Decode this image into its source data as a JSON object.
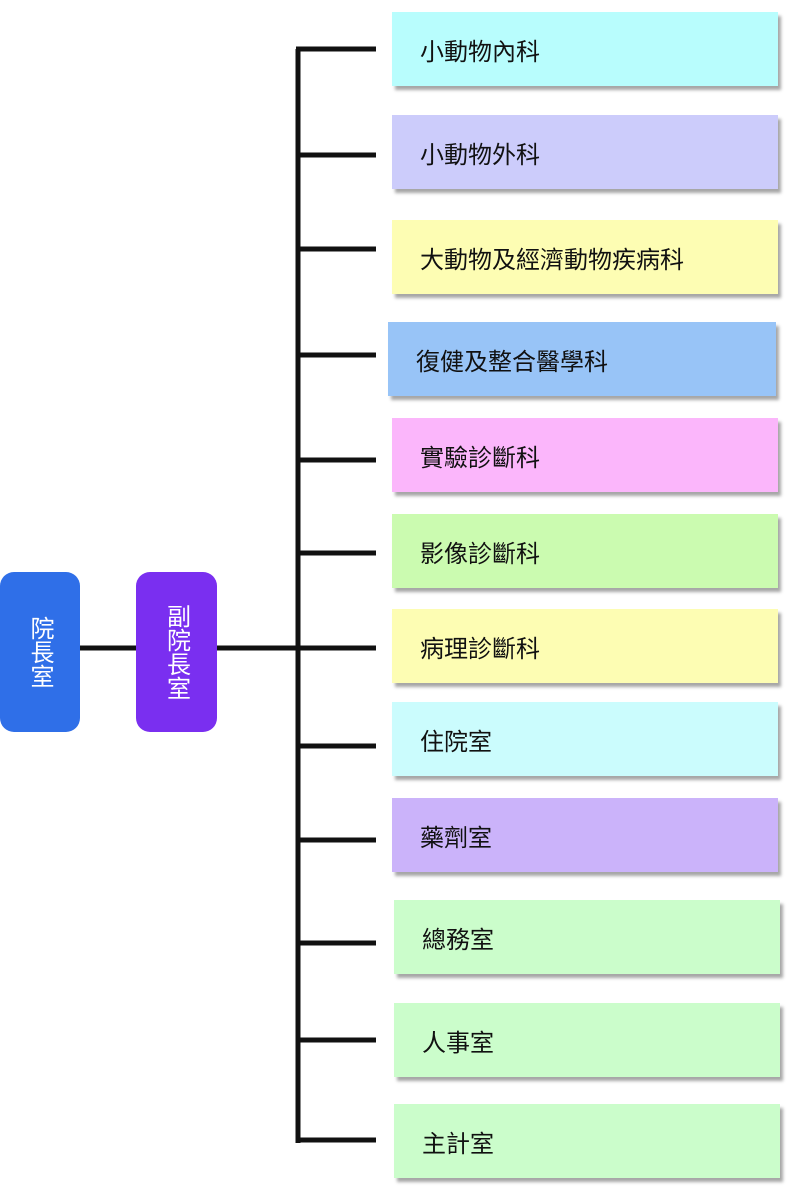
{
  "director": {
    "label": "院長室",
    "color": "#2f6fe8"
  },
  "deputy": {
    "label": "副院長室",
    "color": "#7a2ff0"
  },
  "departments": [
    {
      "label": "小動物內科",
      "color": "#b8fdfd"
    },
    {
      "label": "小動物外科",
      "color": "#ccccfb"
    },
    {
      "label": "大動物及經濟動物疾病科",
      "color": "#fdfdb3"
    },
    {
      "label": "復健及整合醫學科",
      "color": "#98c4f7"
    },
    {
      "label": "實驗診斷科",
      "color": "#fbb6fb"
    },
    {
      "label": "影像診斷科",
      "color": "#cbfbb0"
    },
    {
      "label": "病理診斷科",
      "color": "#fdfdb3"
    },
    {
      "label": "住院室",
      "color": "#cbfcfd"
    },
    {
      "label": "藥劑室",
      "color": "#cbb3fa"
    },
    {
      "label": "總務室",
      "color": "#cbfdcb"
    },
    {
      "label": "人事室",
      "color": "#cbfdcb"
    },
    {
      "label": "主計室",
      "color": "#cbfdcb"
    }
  ]
}
